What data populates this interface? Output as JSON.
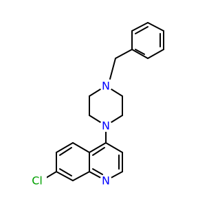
{
  "molecule": {
    "atoms": {
      "n_top": "N",
      "n_bottom": "N",
      "n_ring": "N",
      "cl": "Cl"
    },
    "colors": {
      "bond": "#000000",
      "nitrogen": "#0000ff",
      "chlorine": "#00a000"
    }
  }
}
